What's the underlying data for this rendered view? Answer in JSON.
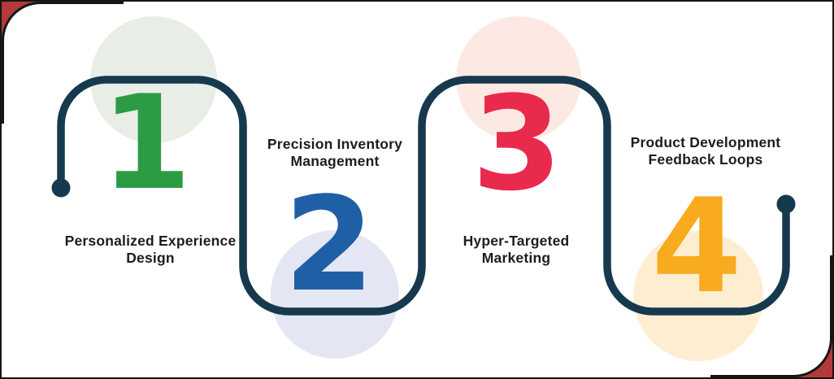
{
  "infographic": {
    "text_color": "#1D1D1D",
    "connector_color": "#16394D",
    "frame": {
      "background": "#FFFFFF",
      "border_color": "#151515",
      "corner_accent_color": "#B23A38"
    },
    "steps": [
      {
        "number": "1",
        "lines": [
          "Personalized Experience",
          "Design"
        ],
        "number_color": "#2B9B44",
        "halo_color": "#E8EEE6"
      },
      {
        "number": "2",
        "lines": [
          "Precision Inventory",
          "Management"
        ],
        "number_color": "#1F5FA6",
        "halo_color": "#E4E6F3"
      },
      {
        "number": "3",
        "lines": [
          "Hyper-Targeted",
          "Marketing"
        ],
        "number_color": "#E82A4D",
        "halo_color": "#FCE9E4"
      },
      {
        "number": "4",
        "lines": [
          "Product Development",
          "Feedback Loops"
        ],
        "number_color": "#F8AB1F",
        "halo_color": "#FDEED2"
      }
    ]
  }
}
